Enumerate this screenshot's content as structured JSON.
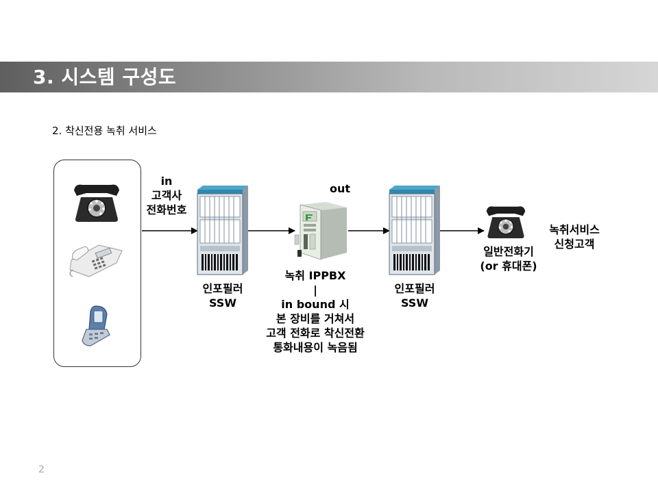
{
  "slide": {
    "title": "3. 시스템 구성도",
    "subtitle": "2. 착신전용 녹취 서비스",
    "page_number": "2"
  },
  "diagram": {
    "left_devices": [
      "rotary-phone-icon",
      "office-phone-icon",
      "mobile-phone-icon"
    ],
    "in_label": [
      "in",
      "고객사",
      "전화번호"
    ],
    "ssw_left_label": [
      "인포필러",
      "SSW"
    ],
    "out_label": "out",
    "ippbx_label": [
      "녹취 IPPBX",
      "|",
      "in bound 시",
      "본 장비를 거쳐서",
      "고객 전화로 착신전환",
      "통화내용이 녹음됨"
    ],
    "ssw_right_label": [
      "인포필러",
      "SSW"
    ],
    "phone_label": [
      "일반전화기",
      "(or 휴대폰)"
    ],
    "customer_label": [
      "녹취서비스",
      "신청고객"
    ]
  }
}
